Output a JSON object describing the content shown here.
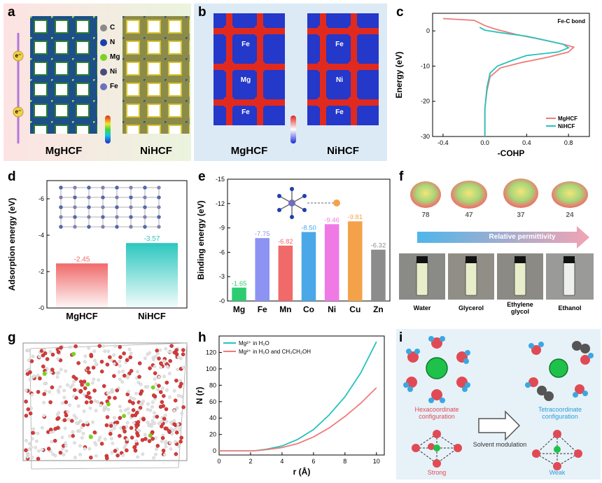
{
  "panels": {
    "a": {
      "label": "a",
      "captions": [
        "MgHCF",
        "NiHCF"
      ],
      "legend": [
        "C",
        "N",
        "Mg",
        "Ni",
        "Fe"
      ],
      "electron": "e⁻",
      "colors": {
        "C": "#8a8a8a",
        "N": "#1c3fb0",
        "Mg": "#7ad321",
        "Ni": "#4a4a7a",
        "Fe": "#6f6fbf"
      }
    },
    "b": {
      "label": "b",
      "captions": [
        "MgHCF",
        "NiHCF"
      ],
      "atoms_left": [
        "Fe",
        "Mg",
        "Fe"
      ],
      "atoms_right": [
        "Fe",
        "Ni",
        "Fe"
      ]
    },
    "c": {
      "label": "c",
      "title": "Fe-C bond"
    },
    "d": {
      "label": "d"
    },
    "e": {
      "label": "e"
    },
    "f": {
      "label": "f",
      "permittivity": [
        "78",
        "47",
        "37",
        "24"
      ],
      "arrow_label": "Relative permittivity",
      "solvents": [
        "Water",
        "Glycerol",
        "Ethylene glycol",
        "Ethanol"
      ]
    },
    "g": {
      "label": "g"
    },
    "h": {
      "label": "h"
    },
    "i": {
      "label": "i",
      "left_config": "Hexacoordinate configuration",
      "right_config": "Tetracoordinate configuration",
      "arrow_text": "Solvent modulation",
      "left_strength": "Strong",
      "right_strength": "Weak"
    }
  },
  "chart_data": [
    {
      "id": "c",
      "type": "line",
      "title": "Fe-C bond",
      "xlabel": "-COHP",
      "ylabel": "Energy (eV)",
      "xlim": [
        -0.5,
        1.0
      ],
      "ylim": [
        -30,
        5
      ],
      "xticks": [
        -0.4,
        0.0,
        0.4,
        0.8
      ],
      "xtick_labels": [
        "-0.4",
        "0.0",
        "0.4",
        "0.8"
      ],
      "yticks": [
        0,
        -10,
        -20,
        -30
      ],
      "ytick_labels": [
        "0",
        "-10",
        "-20",
        "-30"
      ],
      "series": [
        {
          "name": "MgHCF",
          "color": "#f07a7a",
          "points": [
            [
              -0.4,
              3.5
            ],
            [
              -0.1,
              3
            ],
            [
              0.0,
              1.5
            ],
            [
              0.1,
              0.5
            ],
            [
              0.3,
              -1
            ],
            [
              0.55,
              -2.5
            ],
            [
              0.75,
              -3.8
            ],
            [
              0.85,
              -4.6
            ],
            [
              0.8,
              -6
            ],
            [
              0.6,
              -7.5
            ],
            [
              0.35,
              -9
            ],
            [
              0.15,
              -10.5
            ],
            [
              0.05,
              -13
            ],
            [
              0.02,
              -17
            ],
            [
              0.0,
              -22
            ],
            [
              0.0,
              -30
            ]
          ]
        },
        {
          "name": "NiHCF",
          "color": "#27c2bd",
          "points": [
            [
              -0.05,
              1
            ],
            [
              0.0,
              0.2
            ],
            [
              0.15,
              -0.5
            ],
            [
              0.4,
              -1.5
            ],
            [
              0.6,
              -2.8
            ],
            [
              0.75,
              -3.8
            ],
            [
              0.8,
              -4.8
            ],
            [
              0.7,
              -6
            ],
            [
              0.4,
              -7
            ],
            [
              0.25,
              -8.5
            ],
            [
              0.12,
              -10
            ],
            [
              0.05,
              -12
            ],
            [
              0.02,
              -16
            ],
            [
              0.0,
              -22
            ],
            [
              0.0,
              -30
            ]
          ]
        }
      ],
      "legend": "bottom-right"
    },
    {
      "id": "d",
      "type": "bar",
      "ylabel": "Adsorption energy (eV)",
      "categories": [
        "MgHCF",
        "NiHCF"
      ],
      "values": [
        -2.45,
        -3.57
      ],
      "value_labels": [
        "-2.45",
        "-3.57"
      ],
      "colors": [
        "#f06a6a",
        "#2cc7bf"
      ],
      "ylim": [
        0,
        -7
      ],
      "yticks": [
        0,
        -2,
        -4,
        -6
      ],
      "ytick_labels": [
        "-0",
        "-2",
        "-4",
        "-6"
      ]
    },
    {
      "id": "e",
      "type": "bar",
      "ylabel": "Binding energy (eV)",
      "categories": [
        "Mg",
        "Fe",
        "Mn",
        "Co",
        "Ni",
        "Cu",
        "Zn"
      ],
      "values": [
        -1.65,
        -7.75,
        -6.82,
        -8.5,
        -9.46,
        -9.81,
        -6.32
      ],
      "value_labels": [
        "-1.65",
        "-7.75",
        "-6.82",
        "-8.50",
        "-9.46",
        "-9.81",
        "-6.32"
      ],
      "colors": [
        "#2ecc71",
        "#8d93f2",
        "#f06a6a",
        "#4aa8e8",
        "#ef7ae6",
        "#f4a24a",
        "#8c8c8c"
      ],
      "ylim": [
        0,
        -15
      ],
      "yticks": [
        0,
        -3,
        -6,
        -9,
        -12,
        -15
      ],
      "ytick_labels": [
        "-0",
        "-3",
        "-6",
        "-9",
        "-12",
        "-15"
      ]
    },
    {
      "id": "h",
      "type": "line",
      "xlabel": "r (Å)",
      "ylabel": "N (r)",
      "xlim": [
        0,
        10.5
      ],
      "ylim": [
        -5,
        140
      ],
      "xticks": [
        0,
        2,
        4,
        6,
        8,
        10
      ],
      "xtick_labels": [
        "0",
        "2",
        "4",
        "6",
        "8",
        "10"
      ],
      "yticks": [
        0,
        20,
        40,
        60,
        80,
        100,
        120
      ],
      "ytick_labels": [
        "0",
        "20",
        "40",
        "60",
        "80",
        "100",
        "120"
      ],
      "series": [
        {
          "name": "Mg²⁺ in H₂O",
          "color": "#27c2bd",
          "points": [
            [
              0,
              0
            ],
            [
              2.2,
              0
            ],
            [
              3,
              2
            ],
            [
              4,
              6
            ],
            [
              5,
              14
            ],
            [
              6,
              26
            ],
            [
              7,
              44
            ],
            [
              8,
              66
            ],
            [
              9,
              95
            ],
            [
              10,
              133
            ]
          ]
        },
        {
          "name": "Mg²⁺ in H₂O and CH₃CH₂OH",
          "color": "#f07a7a",
          "points": [
            [
              0,
              0
            ],
            [
              2.2,
              0
            ],
            [
              3,
              1.5
            ],
            [
              4,
              4
            ],
            [
              5,
              9
            ],
            [
              6,
              17
            ],
            [
              7,
              28
            ],
            [
              8,
              42
            ],
            [
              9,
              58
            ],
            [
              10,
              77
            ]
          ]
        }
      ],
      "legend": "top-left"
    }
  ]
}
